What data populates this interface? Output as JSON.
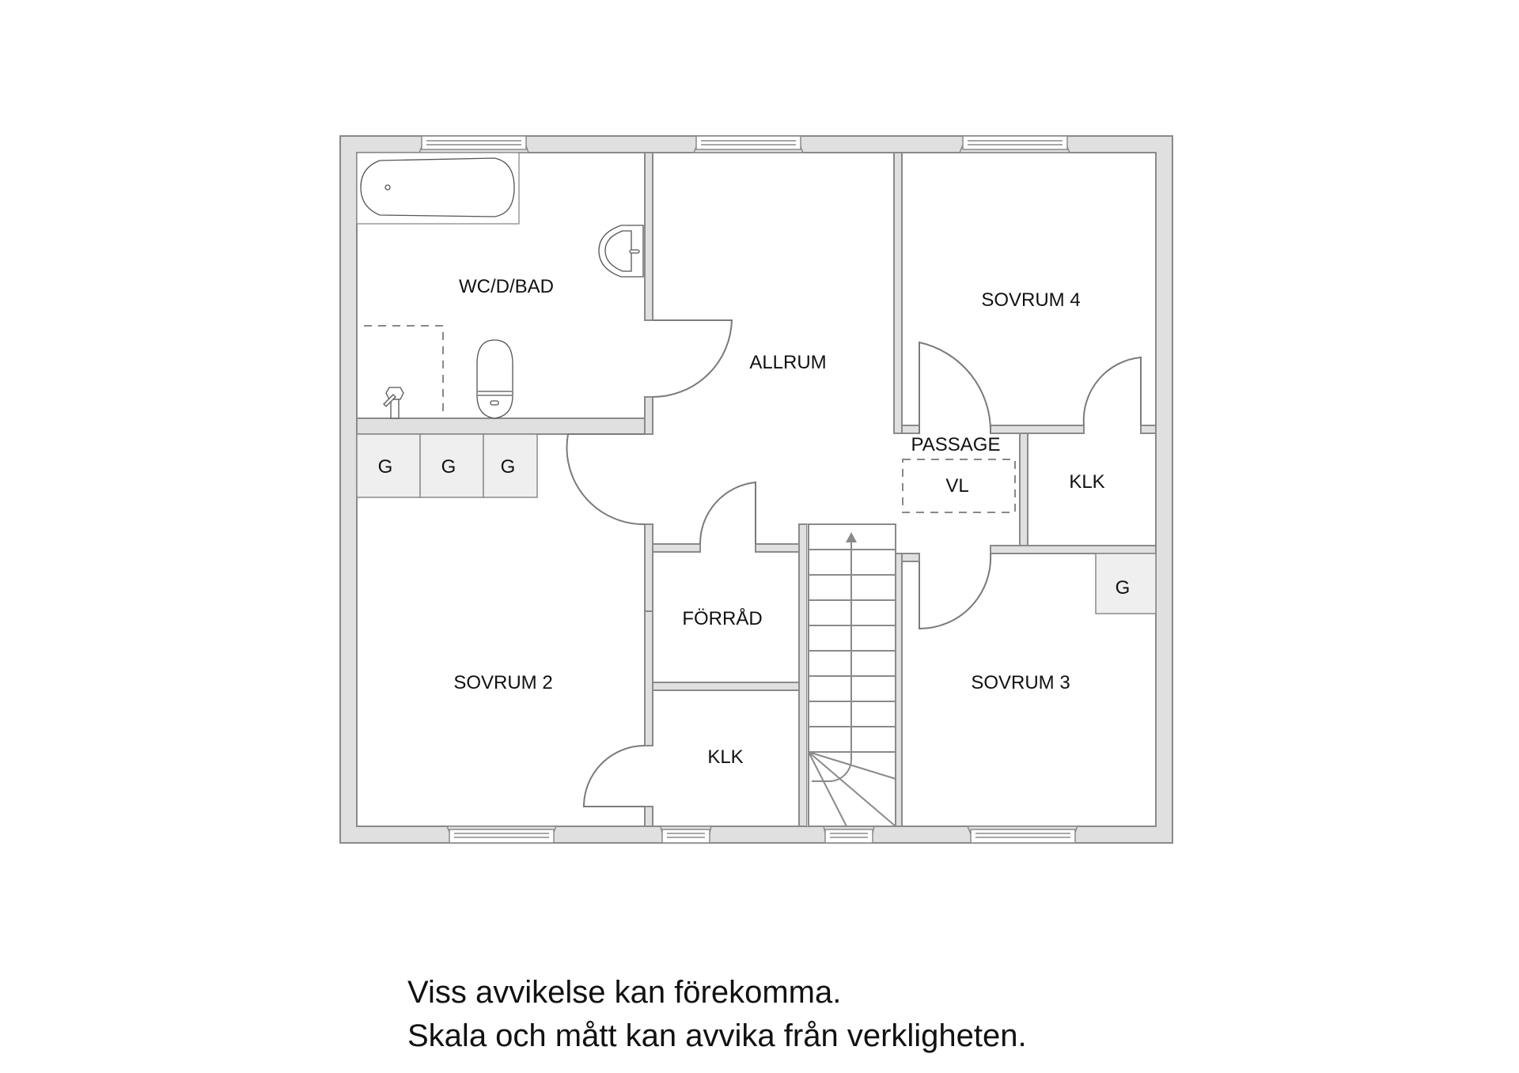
{
  "floorplan": {
    "colors": {
      "wall_fill": "#e0e0e0",
      "wall_stroke": "#8a8a8a",
      "closet_fill": "#f0f0f0",
      "text": "#111111"
    },
    "rooms": {
      "wc_d_bad": "WC/D/BAD",
      "allrum": "ALLRUM",
      "sovrum_4": "SOVRUM 4",
      "passage": "PASSAGE",
      "vl": "VL",
      "klk_right": "KLK",
      "sovrum_2": "SOVRUM 2",
      "forrad": "FÖRRÅD",
      "klk_center": "KLK",
      "sovrum_3": "SOVRUM 3"
    },
    "closets": [
      "G",
      "G",
      "G",
      "G"
    ]
  },
  "disclaimer": {
    "line1": "Viss avvikelse kan förekomma.",
    "line2": "Skala och mått kan avvika från verkligheten."
  }
}
